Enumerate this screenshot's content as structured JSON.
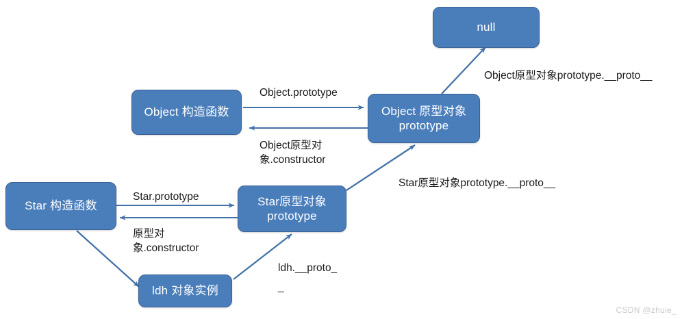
{
  "diagram": {
    "title": "JavaScript prototype chain diagram",
    "colors": {
      "node_fill": "#4A7EBB",
      "node_border": "#3A6195",
      "node_text": "#FFFFFF",
      "arrow": "#4472A8",
      "label_text": "#1a1a1a",
      "background": "#FFFFFF",
      "watermark": "#C9C9C9"
    },
    "nodes": [
      {
        "id": "null",
        "label": "null"
      },
      {
        "id": "object-ctor",
        "label": "Object 构造函数"
      },
      {
        "id": "object-proto",
        "label": "Object 原型对象\nprototype"
      },
      {
        "id": "star-ctor",
        "label": "Star 构造函数"
      },
      {
        "id": "star-proto",
        "label": "Star原型对象\nprototype"
      },
      {
        "id": "ldh-instance",
        "label": "ldh 对象实例"
      }
    ],
    "edge_labels": [
      {
        "id": "object-prototype",
        "text": "Object.prototype"
      },
      {
        "id": "object-proto-constructor",
        "text": "Object原型对\n象.constructor"
      },
      {
        "id": "object-proto-proto",
        "text": "Object原型对象prototype.__proto__"
      },
      {
        "id": "star-prototype",
        "text": "Star.prototype"
      },
      {
        "id": "star-proto-constructor",
        "text": "原型对\n象.constructor"
      },
      {
        "id": "star-proto-proto",
        "text": "Star原型对象prototype.__proto__"
      },
      {
        "id": "ldh-proto",
        "text": "ldh.__proto_\n_"
      }
    ]
  },
  "watermark": {
    "text": "CSDN @zhuie_"
  }
}
